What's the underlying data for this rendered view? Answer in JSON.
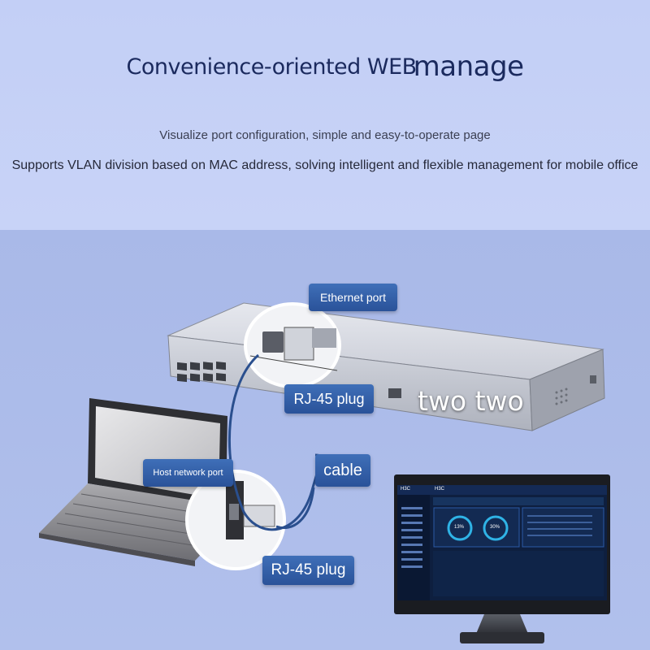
{
  "title": {
    "part1": "Convenience-oriented WEB",
    "part2": "manage"
  },
  "subtitle_line1": "Visualize port configuration, simple and easy-to-operate page",
  "subtitle_line2": "Supports VLAN division based on MAC address, solving intelligent and flexible management for mobile office",
  "callouts": {
    "ethernet_port": "Ethernet port",
    "rj45_plug_top": "RJ-45 plug",
    "host_network_port": "Host network port",
    "cable": "cable",
    "rj45_plug_bottom": "RJ-45 plug"
  },
  "overlay_text": "two two",
  "monitor": {
    "logo": "H3C",
    "header_label": "H3C",
    "gauge1": "13%",
    "gauge2": "30%"
  },
  "colors": {
    "header_bg": "#c5d1f6",
    "lower_bg": "#adbdea",
    "title_color": "#1b2a5e",
    "callout_blue": "#3562a9",
    "cable_blue": "#2a4f8e",
    "screen_bg": "#0e1f3f"
  }
}
